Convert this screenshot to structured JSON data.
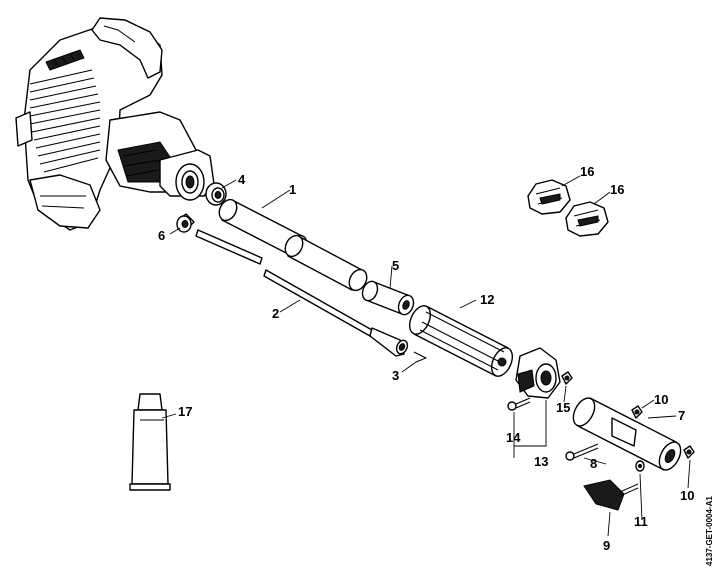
{
  "callouts": [
    {
      "id": "c1",
      "text": "1"
    },
    {
      "id": "c2",
      "text": "2"
    },
    {
      "id": "c3",
      "text": "3"
    },
    {
      "id": "c4",
      "text": "4"
    },
    {
      "id": "c5",
      "text": "5"
    },
    {
      "id": "c6",
      "text": "6"
    },
    {
      "id": "c7",
      "text": "7"
    },
    {
      "id": "c8",
      "text": "8"
    },
    {
      "id": "c9",
      "text": "9"
    },
    {
      "id": "c10a",
      "text": "10"
    },
    {
      "id": "c10b",
      "text": "10"
    },
    {
      "id": "c11",
      "text": "11"
    },
    {
      "id": "c12",
      "text": "12"
    },
    {
      "id": "c13",
      "text": "13"
    },
    {
      "id": "c14",
      "text": "14"
    },
    {
      "id": "c15",
      "text": "15"
    },
    {
      "id": "c16a",
      "text": "16"
    },
    {
      "id": "c16b",
      "text": "16"
    },
    {
      "id": "c17",
      "text": "17"
    }
  ],
  "drawing_code": "4137-GET-0004-A1"
}
